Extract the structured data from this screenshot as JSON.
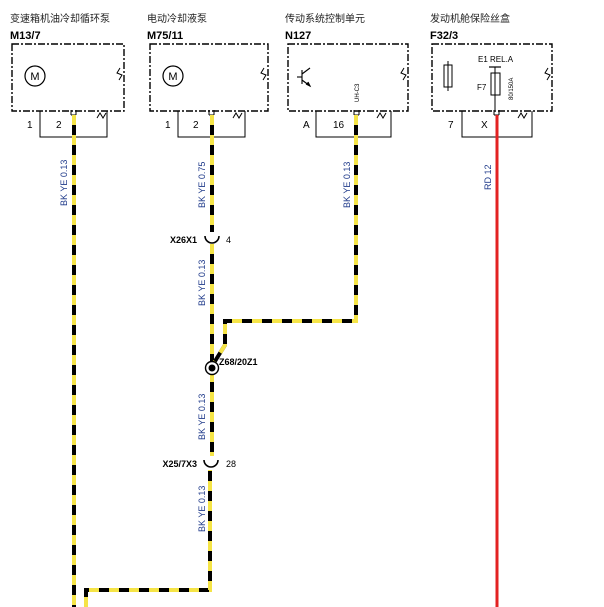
{
  "components": [
    {
      "title": "变速箱机油冷却循环泵",
      "code": "M13/7",
      "pins": [
        "1",
        "2"
      ],
      "symbol": "motor-icon"
    },
    {
      "title": "电动冷却液泵",
      "code": "M75/11",
      "pins": [
        "1",
        "2"
      ],
      "symbol": "motor-icon"
    },
    {
      "title": "传动系统控制单元",
      "code": "N127",
      "pins": [
        "A",
        "16"
      ],
      "symbol": "transistor-icon",
      "inner_label": "UH-C3"
    },
    {
      "title": "发动机舱保险丝盒",
      "code": "F32/3",
      "pins": [
        "7",
        "X"
      ],
      "symbol": "fuse-icon",
      "relay_label": "E1 REL.A",
      "fuse_label": "F7",
      "fuse_rating": "80/150A"
    }
  ],
  "wires": {
    "m13_pin2": "BK YE 0.13",
    "m75_pin2": "BK YE 0.75",
    "x26_to_z68": "BK YE 0.13",
    "n127_pin16": "BK YE 0.13",
    "z68_to_x25": "BK YE 0.13",
    "x25_down": "BK YE 0.13",
    "f32_pinx": "RD 12"
  },
  "connectors": [
    {
      "name": "X26X1",
      "pin": "4"
    },
    {
      "name": "X25/7X3",
      "pin": "28"
    }
  ],
  "splice": {
    "name": "Z68/20Z1"
  },
  "colors": {
    "wire_black": "#000000",
    "wire_yellow": "#f5e447",
    "wire_red": "#e32222",
    "label_blue": "#1f3a8a"
  }
}
